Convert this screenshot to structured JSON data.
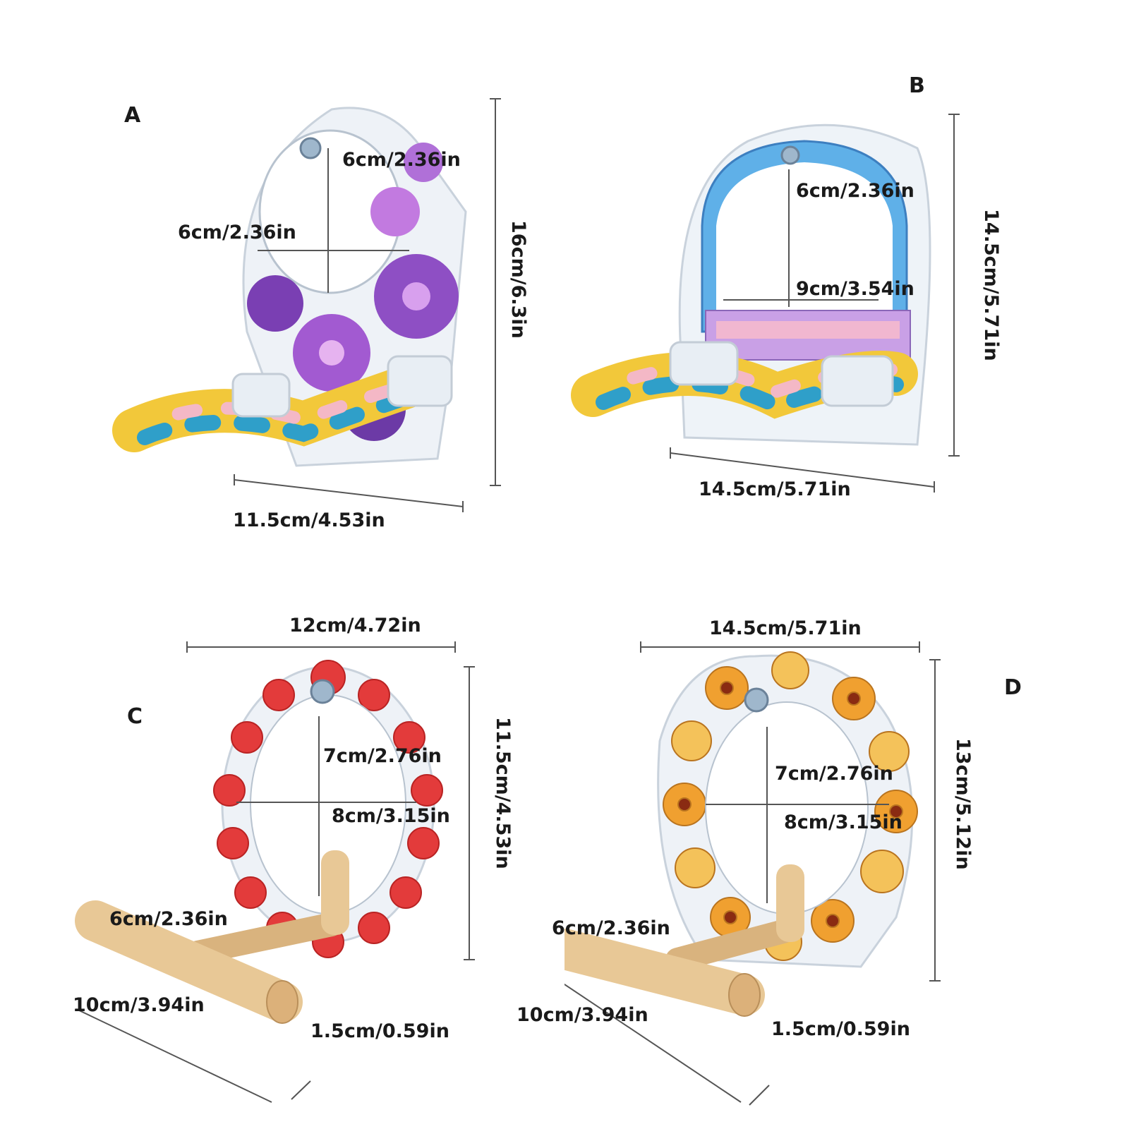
{
  "panels": {
    "a": {
      "letter": "A",
      "height": "16cm/6.3in",
      "width": "11.5cm/4.53in",
      "inner_top": "6cm/2.36in",
      "inner_side": "6cm/2.36in"
    },
    "b": {
      "letter": "B",
      "height": "14.5cm/5.71in",
      "width": "14.5cm/5.71in",
      "inner_top": "6cm/2.36in",
      "inner_width": "9cm/3.54in"
    },
    "c": {
      "letter": "C",
      "top_width": "12cm/4.72in",
      "height": "11.5cm/4.53in",
      "inner_v": "7cm/2.76in",
      "inner_h": "8cm/3.15in",
      "perch_arm": "6cm/2.36in",
      "perch_len": "10cm/3.94in",
      "perch_dia": "1.5cm/0.59in"
    },
    "d": {
      "letter": "D",
      "top_width": "14.5cm/5.71in",
      "height": "13cm/5.12in",
      "inner_v": "7cm/2.76in",
      "inner_h": "8cm/3.15in",
      "perch_arm": "6cm/2.36in",
      "perch_len": "10cm/3.94in",
      "perch_dia": "1.5cm/0.59in"
    }
  },
  "colors": {
    "rope": [
      "#f2c83a",
      "#2f9fc9",
      "#f4b8c6"
    ],
    "wood": "#e8c896",
    "acrylic": "#dfe6ee",
    "floral_a": "#8e4fc4",
    "arch_b": "#5fb0e8",
    "roses_c": "#e33b3b",
    "daisies_d": "#f0a030"
  }
}
